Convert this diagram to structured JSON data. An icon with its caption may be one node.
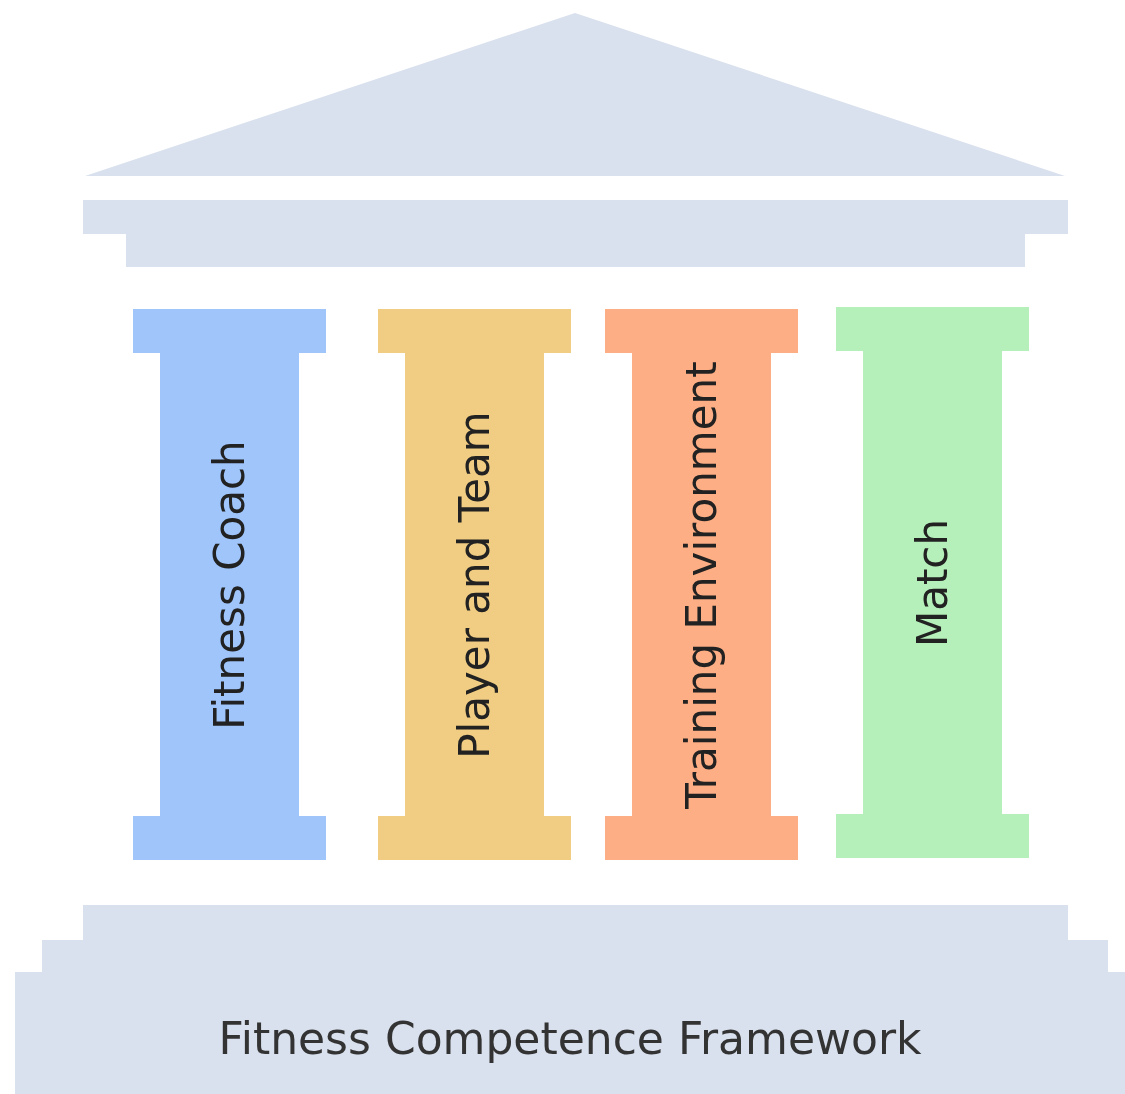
{
  "diagram": {
    "nodes": [
      {
        "text": [
          "Fitness Coach"
        ]
      },
      {
        "text": [
          "Player and Team"
        ]
      },
      {
        "text": [
          "Training Environment"
        ]
      },
      {
        "text": [
          "Match"
        ]
      },
      {
        "text": [
          "Fitness Competence Framework"
        ]
      }
    ]
  }
}
